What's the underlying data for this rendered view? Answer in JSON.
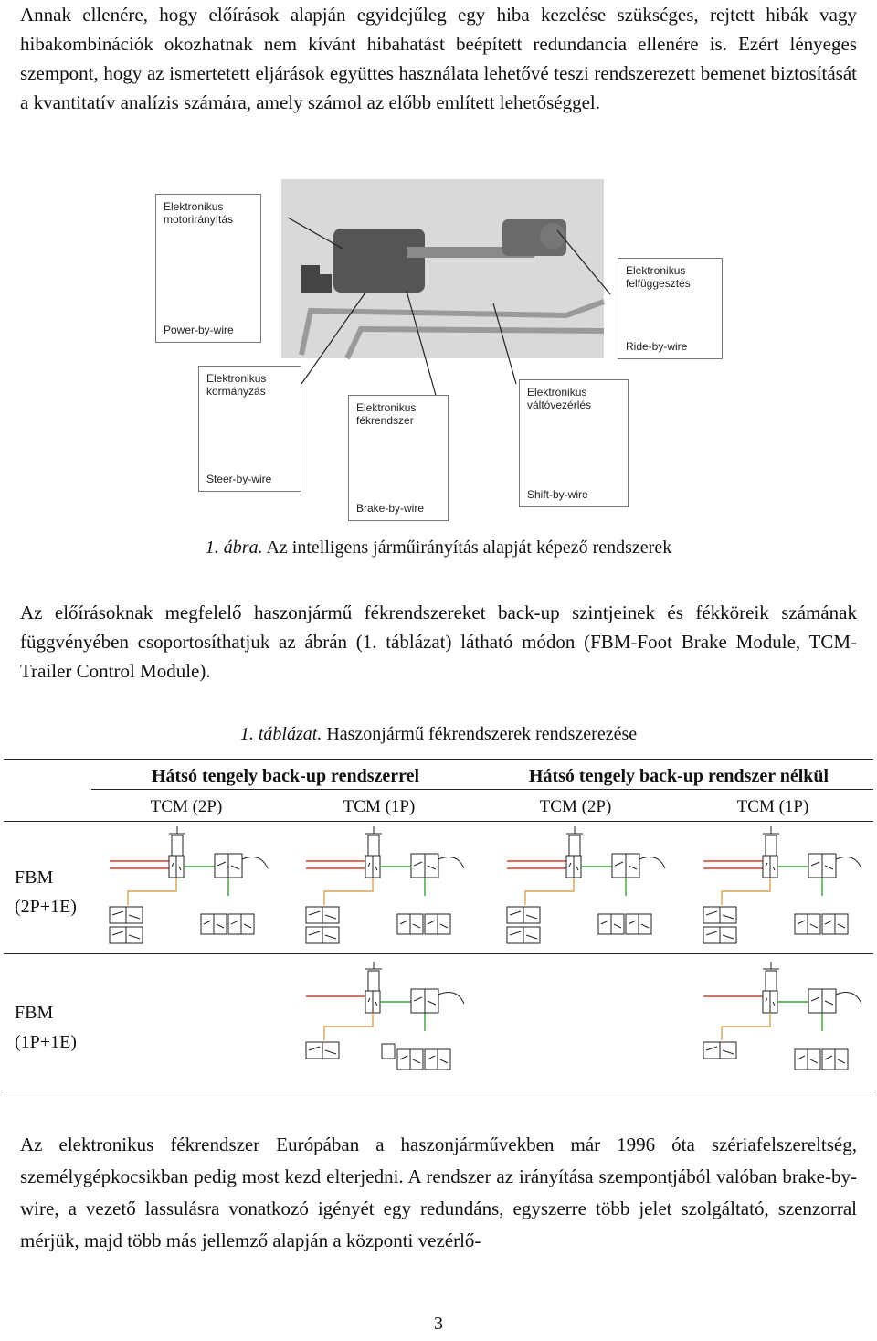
{
  "intro_paragraph": "Annak ellenére, hogy előírások alapján egyidejűleg egy hiba kezelése szükséges, rejtett hibák vagy hibakombinációk okozhatnak nem kívánt hibahatást beépített redundancia ellenére is. Ezért lényeges szempont, hogy az ismertetett eljárások együttes használata lehetővé teszi rendszerezett bemenet biztosítását a kvantitatív analízis számára, amely számol az előbb említett lehetőséggel.",
  "figure": {
    "boxes": {
      "engine": {
        "title_line1": "Elektronikus",
        "title_line2": "motorirányítás",
        "footer": "Power-by-wire"
      },
      "suspension": {
        "title_line1": "Elektronikus",
        "title_line2": "felfüggesztés",
        "footer": "Ride-by-wire"
      },
      "steering": {
        "title_line1": "Elektronikus",
        "title_line2": "kormányzás",
        "footer": "Steer-by-wire"
      },
      "brake": {
        "title_line1": "Elektronikus",
        "title_line2": "fékrendszer",
        "footer": "Brake-by-wire"
      },
      "shift": {
        "title_line1": "Elektronikus",
        "title_line2": "váltóvezérlés",
        "footer": "Shift-by-wire"
      }
    },
    "caption_label": "1. ábra.",
    "caption_text": " Az intelligens járműirányítás alapját képező rendszerek"
  },
  "middle_paragraph": "Az előírásoknak megfelelő haszonjármű fékrendszereket back-up szintjeinek és fékköreik számának függvényében csoportosíthatjuk az ábrán (1. táblázat) látható módon (FBM-Foot Brake Module, TCM-Trailer Control Module).",
  "table": {
    "caption_label": "1. táblázat.",
    "caption_text": " Haszonjármű fékrendszerek rendszerezése",
    "group_headers": [
      "Hátsó tengely back-up rendszerrel",
      "Hátsó tengely back-up rendszer nélkül"
    ],
    "sub_headers": [
      "TCM (2P)",
      "TCM (1P)",
      "TCM (2P)",
      "TCM (1P)"
    ],
    "rows": [
      {
        "label_line1": "FBM",
        "label_line2": "(2P+1E)"
      },
      {
        "label_line1": "FBM",
        "label_line2": "(1P+1E)"
      }
    ],
    "colors": {
      "pneumatic": "#d93a2b",
      "electric": "#3aa23a",
      "mechanical": "#d6a45a"
    }
  },
  "closing_paragraph": "Az elektronikus fékrendszer Európában a haszonjárművekben már 1996 óta szériafelszereltség, személygépkocsikban pedig most kezd elterjedni. A rendszer az irányítása szempontjából valóban brake-by-wire, a vezető lassulásra vonatkozó igényét egy redundáns, egyszerre több jelet szolgáltató, szenzorral mérjük, majd több más jellemző alapján a központi vezérlő-",
  "page_number": "3"
}
